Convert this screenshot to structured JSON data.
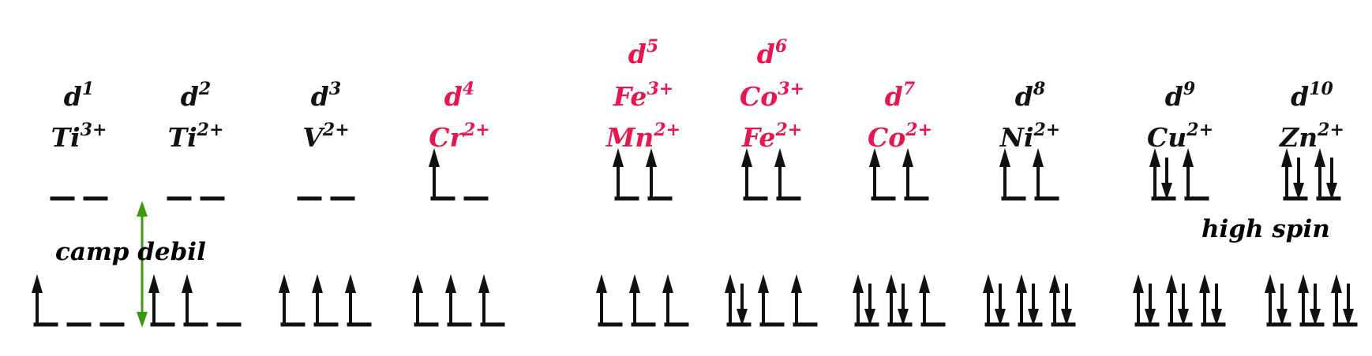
{
  "colors": {
    "black": "#111111",
    "highlight": "#e8164f",
    "green": "#3a9a10"
  },
  "configs": [
    {
      "d": "1",
      "ion": "Ti",
      "charge": "3+",
      "name": "Ti3+",
      "highlight": false,
      "eg": [
        0,
        0
      ],
      "t2g": [
        1,
        0,
        0
      ]
    },
    {
      "d": "2",
      "ion": "Ti",
      "charge": "2+",
      "name": "Ti2+",
      "highlight": false,
      "eg": [
        0,
        0
      ],
      "t2g": [
        1,
        1,
        0
      ]
    },
    {
      "d": "3",
      "ion": "V",
      "charge": "2+",
      "name": "V2+",
      "highlight": false,
      "eg": [
        0,
        0
      ],
      "t2g": [
        1,
        1,
        1
      ]
    },
    {
      "d": "4",
      "ion": "Cr",
      "charge": "2+",
      "name": "Cr2+",
      "highlight": true,
      "eg": [
        1,
        0
      ],
      "t2g": [
        1,
        1,
        1
      ]
    },
    {
      "d": "5",
      "ion": "Fe",
      "charge": "3+",
      "ion2": "Mn",
      "charge2": "2+",
      "name": "Fe3+ / Mn2+",
      "highlight": true,
      "eg": [
        1,
        1
      ],
      "t2g": [
        1,
        1,
        1
      ]
    },
    {
      "d": "6",
      "ion": "Co",
      "charge": "3+",
      "ion2": "Fe",
      "charge2": "2+",
      "name": "Co3+ / Fe2+",
      "highlight": true,
      "eg": [
        1,
        1
      ],
      "t2g": [
        2,
        1,
        1
      ]
    },
    {
      "d": "7",
      "ion": "Co",
      "charge": "2+",
      "name": "Co2+",
      "highlight": true,
      "eg": [
        1,
        1
      ],
      "t2g": [
        2,
        2,
        1
      ]
    },
    {
      "d": "8",
      "ion": "Ni",
      "charge": "2+",
      "name": "Ni2+",
      "highlight": false,
      "eg": [
        1,
        1
      ],
      "t2g": [
        2,
        2,
        2
      ]
    },
    {
      "d": "9",
      "ion": "Cu",
      "charge": "2+",
      "name": "Cu2+",
      "highlight": false,
      "eg": [
        2,
        1
      ],
      "t2g": [
        2,
        2,
        2
      ]
    },
    {
      "d": "10",
      "ion": "Zn",
      "charge": "2+",
      "name": "Zn2+",
      "highlight": false,
      "eg": [
        2,
        2
      ],
      "t2g": [
        2,
        2,
        2
      ]
    }
  ],
  "field_label": "camp debil",
  "spin_label": "high spin"
}
